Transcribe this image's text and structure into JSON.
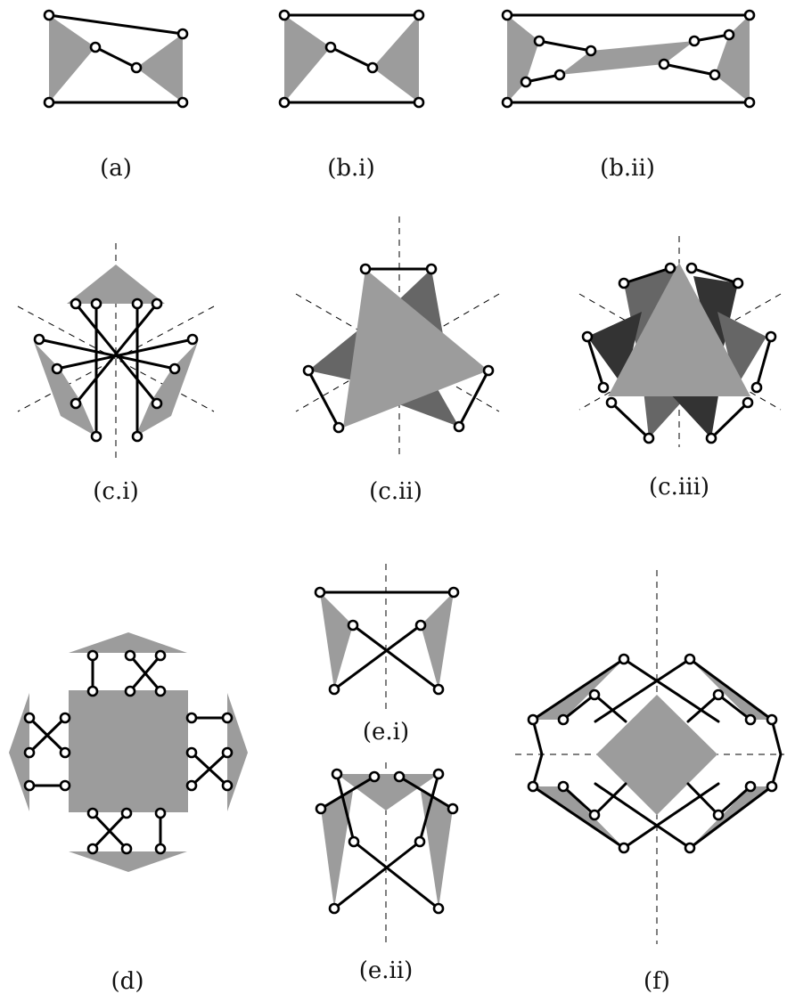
{
  "captions": {
    "a": "(a)",
    "b_i": "(b.i)",
    "b_ii": "(b.ii)",
    "c_i": "(c.i)",
    "c_ii": "(c.ii)",
    "c_iii": "(c.iii)",
    "d": "(d)",
    "e_i": "(e.i)",
    "e_ii": "(e.ii)",
    "f": "(f)"
  },
  "colors": {
    "face_light": "#9c9c9c",
    "face_medium": "#666666",
    "face_dark": "#333333",
    "edge": "#000000",
    "vertex_fill": "#ffffff"
  }
}
